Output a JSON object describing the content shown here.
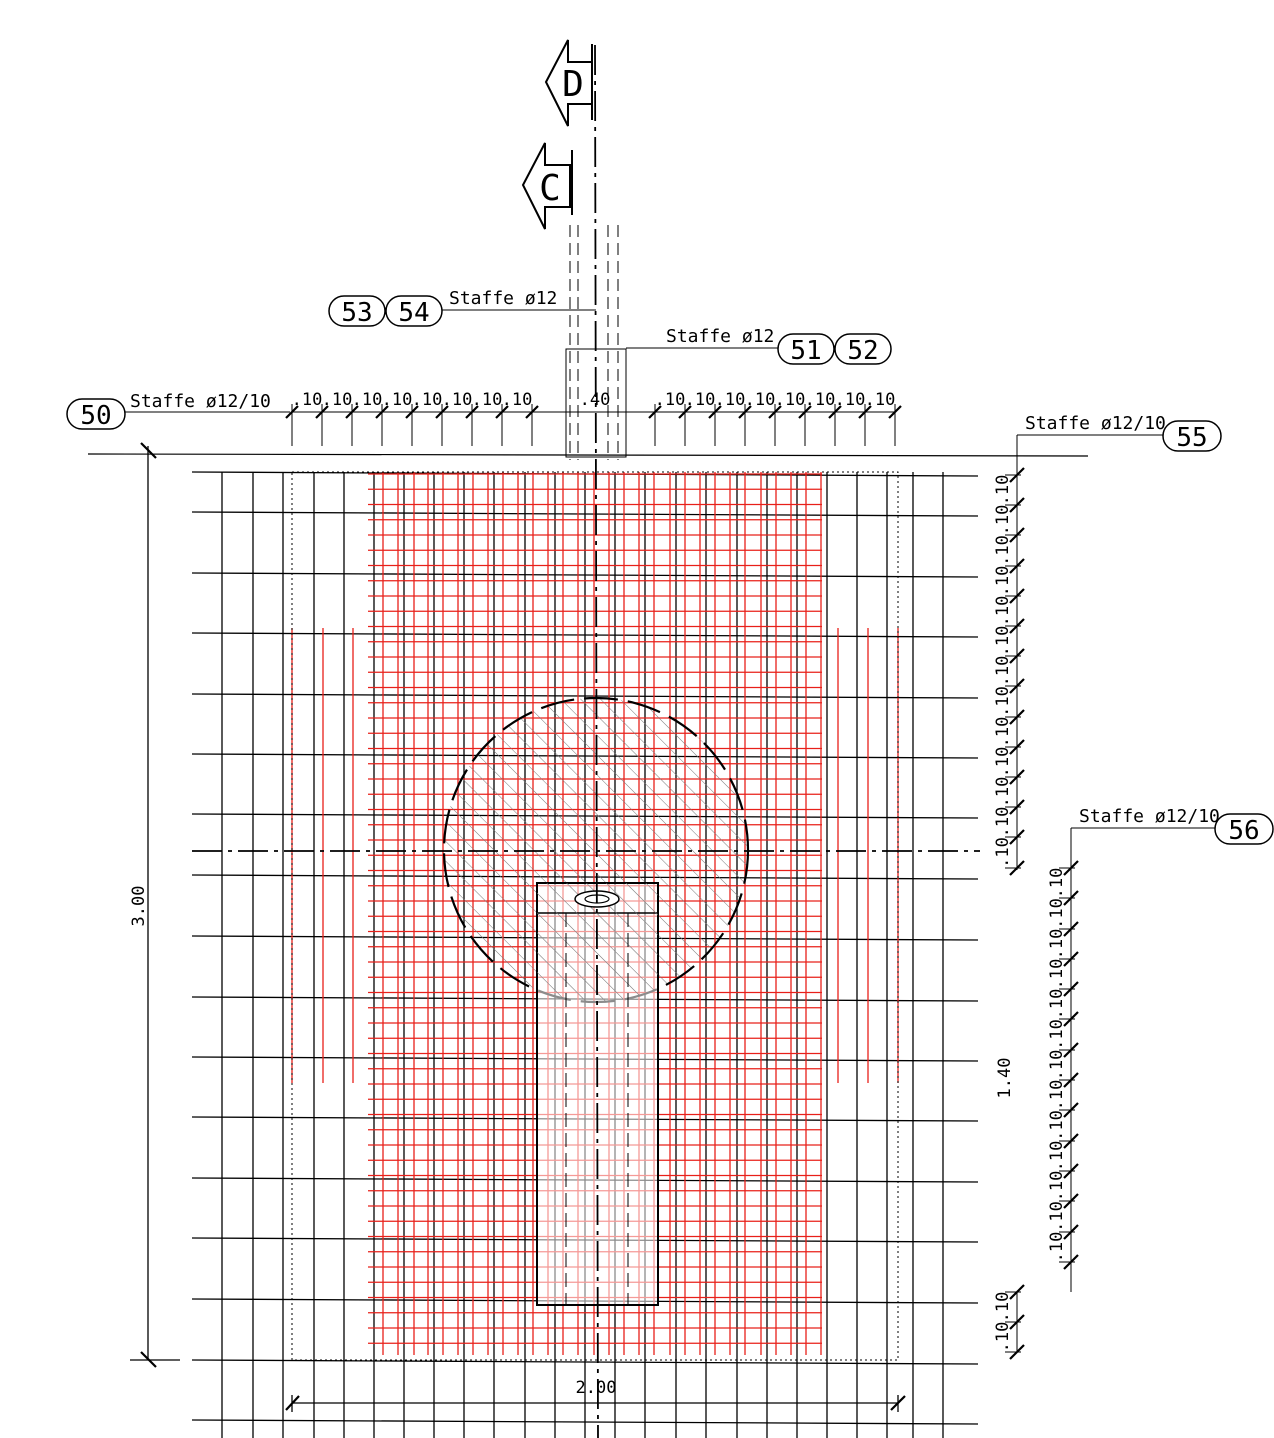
{
  "section_markers": [
    {
      "label": "D"
    },
    {
      "label": "C"
    }
  ],
  "callouts": {
    "c53_54": {
      "numbers": [
        "53",
        "54"
      ],
      "text": "Staffe ø12"
    },
    "c51_52": {
      "numbers": [
        "51",
        "52"
      ],
      "text": "Staffe ø12"
    },
    "c50": {
      "numbers": [
        "50"
      ],
      "text": "Staffe ø12/10"
    },
    "c55": {
      "numbers": [
        "55"
      ],
      "text": "Staffe ø12/10"
    },
    "c56": {
      "numbers": [
        "56"
      ],
      "text": "Staffe ø12/10"
    }
  },
  "dimensions": {
    "spacing": ".10",
    "column_width": ".40",
    "height_total": "3.00",
    "height_partial": "1.40",
    "width_total": "2.00"
  },
  "colors": {
    "ink": "#000000",
    "rebar": "#e8201a",
    "hatch": "#7a7a7a"
  }
}
